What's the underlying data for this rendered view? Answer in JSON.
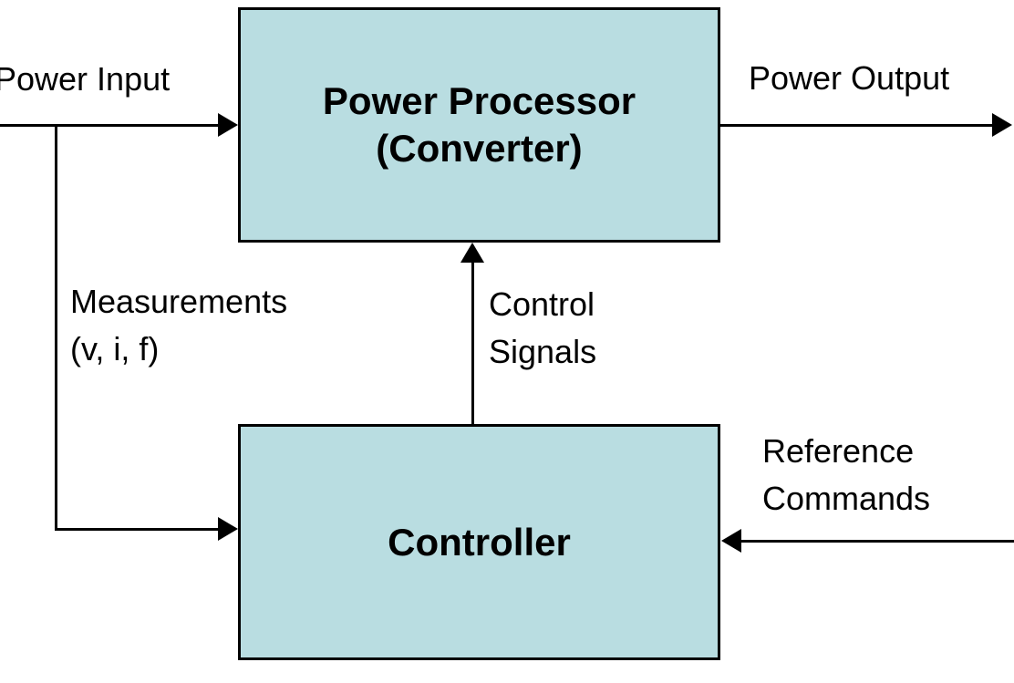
{
  "diagram": {
    "type": "block-diagram",
    "colors": {
      "background": "#ffffff",
      "block_fill": "#b9dde1",
      "block_border": "#000000",
      "line": "#000000",
      "text": "#000000"
    },
    "blocks": {
      "power_processor": {
        "line1": "Power Processor",
        "line2": "(Converter)"
      },
      "controller": {
        "label": "Controller"
      }
    },
    "labels": {
      "power_input": "Power Input",
      "power_output": "Power Output",
      "measurements": {
        "line1": "Measurements",
        "line2": "(v, i, f)"
      },
      "control_signals": {
        "line1": "Control",
        "line2": "Signals"
      },
      "reference_commands": {
        "line1": "Reference",
        "line2": "Commands"
      }
    },
    "connections": [
      {
        "label": "Power Input",
        "from": "external-left",
        "to": "Power Processor (Converter)",
        "direction": "right"
      },
      {
        "label": "Power Output",
        "from": "Power Processor (Converter)",
        "to": "external-right",
        "direction": "right"
      },
      {
        "label": "Measurements (v, i, f)",
        "from": "power input line",
        "to": "Controller",
        "direction": "down-then-right"
      },
      {
        "label": "Control Signals",
        "from": "Controller",
        "to": "Power Processor (Converter)",
        "direction": "up"
      },
      {
        "label": "Reference Commands",
        "from": "external-right",
        "to": "Controller",
        "direction": "left"
      }
    ]
  }
}
